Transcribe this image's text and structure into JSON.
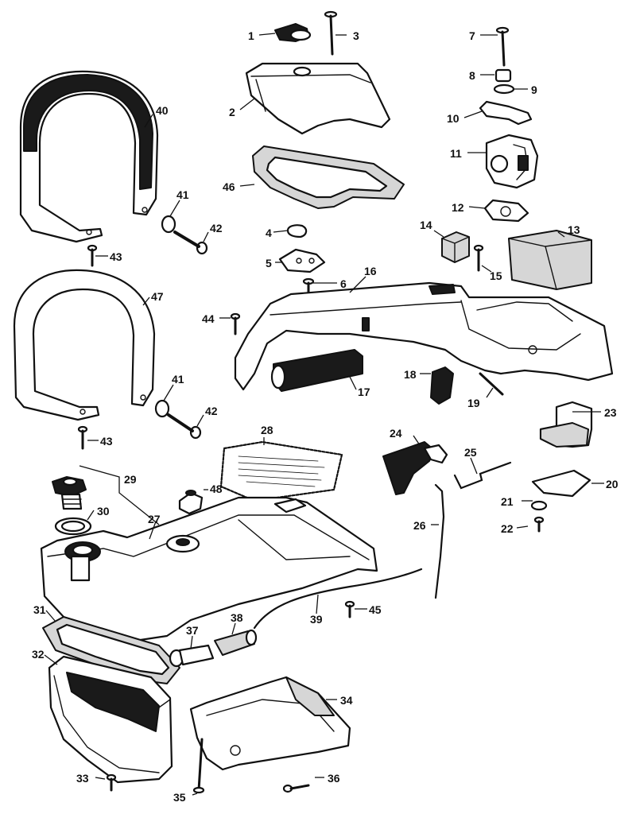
{
  "callouts": [
    {
      "id": "1",
      "label": "1"
    },
    {
      "id": "2",
      "label": "2"
    },
    {
      "id": "3",
      "label": "3"
    },
    {
      "id": "4",
      "label": "4"
    },
    {
      "id": "5",
      "label": "5"
    },
    {
      "id": "6",
      "label": "6"
    },
    {
      "id": "7",
      "label": "7"
    },
    {
      "id": "8",
      "label": "8"
    },
    {
      "id": "9",
      "label": "9"
    },
    {
      "id": "10",
      "label": "10"
    },
    {
      "id": "11",
      "label": "11"
    },
    {
      "id": "12",
      "label": "12"
    },
    {
      "id": "13",
      "label": "13"
    },
    {
      "id": "14",
      "label": "14"
    },
    {
      "id": "15",
      "label": "15"
    },
    {
      "id": "16",
      "label": "16"
    },
    {
      "id": "17",
      "label": "17"
    },
    {
      "id": "18",
      "label": "18"
    },
    {
      "id": "19",
      "label": "19"
    },
    {
      "id": "20",
      "label": "20"
    },
    {
      "id": "21",
      "label": "21"
    },
    {
      "id": "22",
      "label": "22"
    },
    {
      "id": "23",
      "label": "23"
    },
    {
      "id": "24",
      "label": "24"
    },
    {
      "id": "25",
      "label": "25"
    },
    {
      "id": "26",
      "label": "26"
    },
    {
      "id": "27",
      "label": "27"
    },
    {
      "id": "28",
      "label": "28"
    },
    {
      "id": "29",
      "label": "29"
    },
    {
      "id": "30",
      "label": "30"
    },
    {
      "id": "31",
      "label": "31"
    },
    {
      "id": "32",
      "label": "32"
    },
    {
      "id": "33",
      "label": "33"
    },
    {
      "id": "34",
      "label": "34"
    },
    {
      "id": "35",
      "label": "35"
    },
    {
      "id": "36",
      "label": "36"
    },
    {
      "id": "37",
      "label": "37"
    },
    {
      "id": "38",
      "label": "38"
    },
    {
      "id": "39",
      "label": "39"
    },
    {
      "id": "40",
      "label": "40"
    },
    {
      "id": "41a",
      "label": "41"
    },
    {
      "id": "41b",
      "label": "41"
    },
    {
      "id": "42a",
      "label": "42"
    },
    {
      "id": "42b",
      "label": "42"
    },
    {
      "id": "43a",
      "label": "43"
    },
    {
      "id": "43b",
      "label": "43"
    },
    {
      "id": "44",
      "label": "44"
    },
    {
      "id": "45",
      "label": "45"
    },
    {
      "id": "46",
      "label": "46"
    },
    {
      "id": "47",
      "label": "47"
    },
    {
      "id": "48",
      "label": "48"
    }
  ],
  "colors": {
    "ink": "#111111",
    "paper": "#ffffff",
    "shade": "#d6d6d6"
  }
}
